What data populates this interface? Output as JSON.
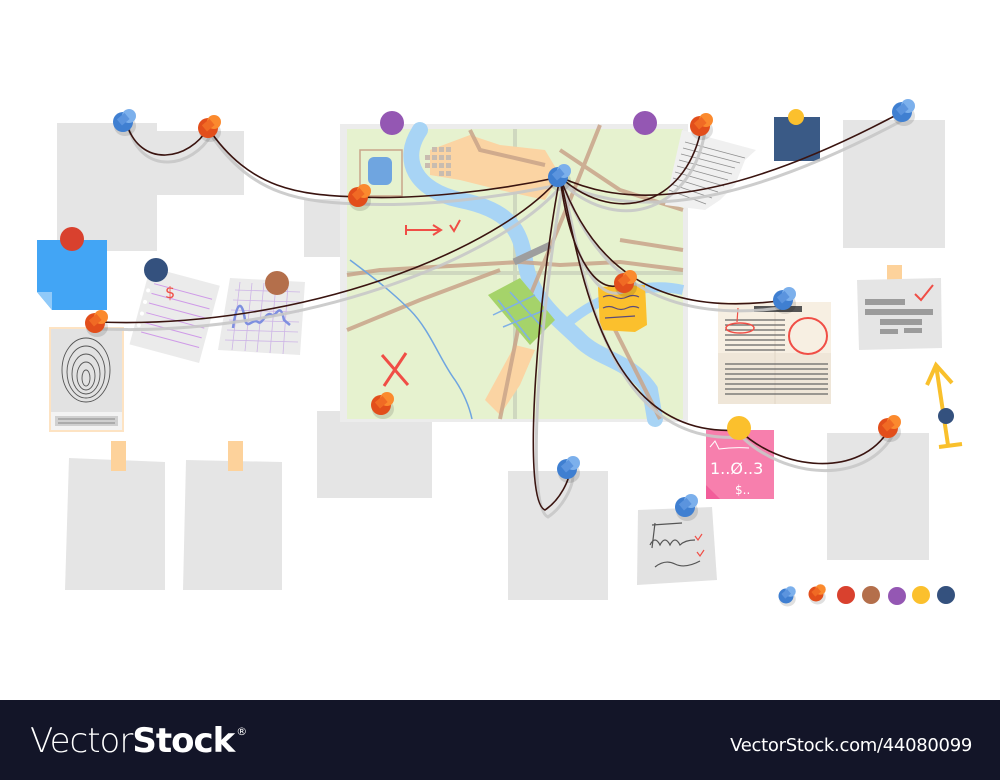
{
  "footer": {
    "brand_light": "Vector",
    "brand_bold": "Stock",
    "brand_mark": "®",
    "stock_id": "VectorStock.com/44080099"
  },
  "board": {
    "description": "Investigation board with pinned notes, papers, map and connecting strings",
    "pink_note": {
      "line1": "1..Ø..3",
      "line2": "$.."
    },
    "lined_note": {
      "symbol": "$"
    },
    "colors": {
      "blank_paper": "#e5e5e5",
      "string": "#3a1410",
      "map_bg": "#e6f2cf",
      "river": "#a8d4f5",
      "road": "#c9a48a",
      "blue_sticky": "#42a5f5",
      "navy_note": "#3a5a86",
      "pink_note": "#f77fad",
      "yellow_sticky": "#fbc02d",
      "newspaper": "#f7efe2",
      "tape": "#fdd29b",
      "red_mark": "#f04e46"
    },
    "pin_palette": [
      {
        "name": "blue-pushpin",
        "color": "#3f7fd1"
      },
      {
        "name": "orange-pushpin",
        "color": "#e8501c"
      },
      {
        "name": "red-pin",
        "color": "#d9412e"
      },
      {
        "name": "brown-pin",
        "color": "#b46f4b"
      },
      {
        "name": "purple-pin",
        "color": "#9457b3"
      },
      {
        "name": "yellow-pin",
        "color": "#fbc02d"
      },
      {
        "name": "navy-pin",
        "color": "#34517e"
      }
    ]
  }
}
